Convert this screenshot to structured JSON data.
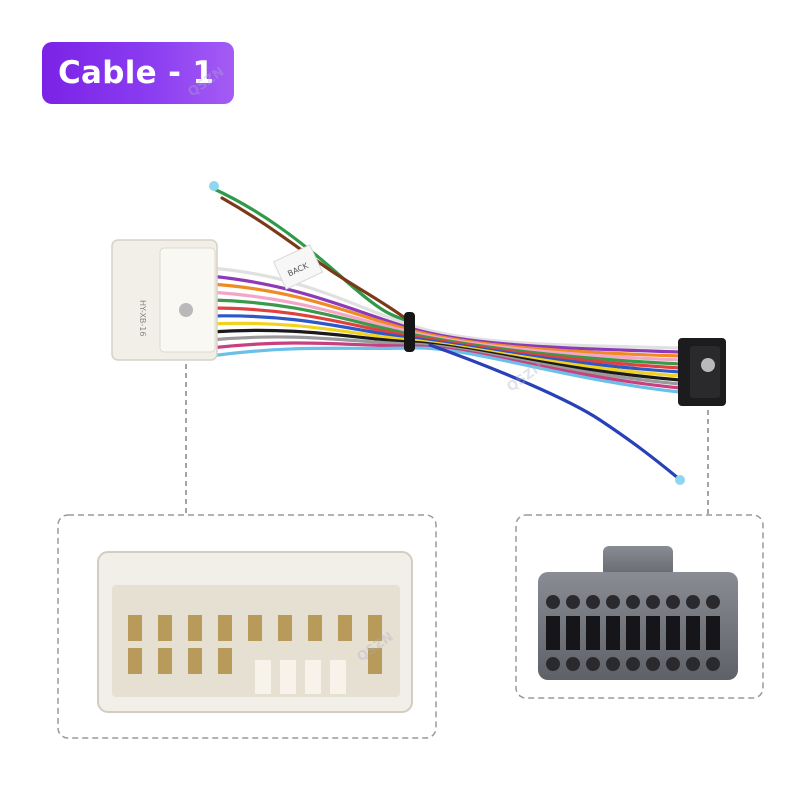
{
  "badge": {
    "label": "Cable - 1"
  },
  "watermark": {
    "text": "QSZN"
  },
  "left_connector": {
    "label": "HY-XB-16"
  },
  "wire_tag": {
    "label": "BACK"
  },
  "colors": {
    "badge_start": "#7b22e6",
    "badge_end": "#a45cf5",
    "frame_border": "#9a9a9a",
    "connector_white": "#f2efe8",
    "connector_black": "#1c1c1e",
    "dot_gray": "#b9b9b9"
  },
  "icons": [
    "callout-dot-icon"
  ]
}
